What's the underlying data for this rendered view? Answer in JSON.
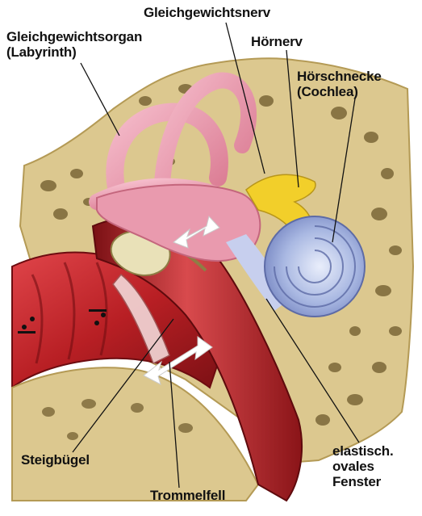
{
  "labels": {
    "gleichgewichtsnerv": "Gleichgewichtsnerv",
    "gleichgewichtsorgan_line1": "Gleichgewichtsorgan",
    "gleichgewichtsorgan_line2": "(Labyrinth)",
    "hoernerv": "Hörnerv",
    "hoerschnecke_line1": "Hörschnecke",
    "hoerschnecke_line2": "(Cochlea)",
    "steigbuegel": "Steigbügel",
    "trommelfell": "Trommelfell",
    "ovales_line1": "elastisch.",
    "ovales_line2": "ovales",
    "ovales_line3": "Fenster"
  },
  "colors": {
    "bone": "#dcc88f",
    "bone_hole": "#6e5a2c",
    "canal": "#b81f24",
    "labyrinth": "#e99aae",
    "cochlea": "#a9b8e2",
    "nerve": "#f2cf2a",
    "arrow": "#ffffff"
  }
}
